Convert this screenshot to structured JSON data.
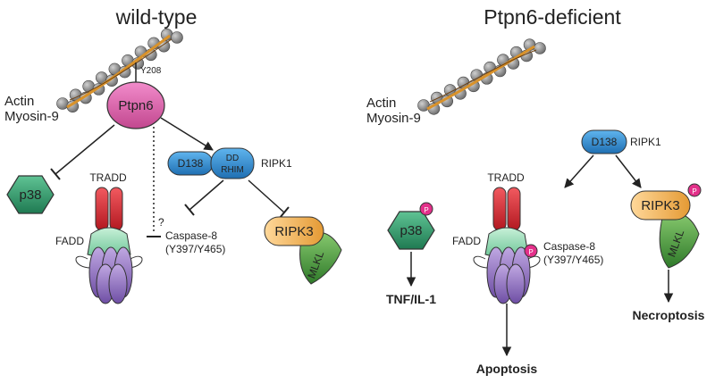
{
  "panels": {
    "left": {
      "title": "wild-type",
      "actin": "Actin",
      "myosin": "Myosin-9",
      "y208": "Y208",
      "ptpn6": "Ptpn6",
      "p38": "p38",
      "tradd": "TRADD",
      "fadd": "FADD",
      "caspase8": "Caspase-8",
      "caspase8_sites": "(Y397/Y465)",
      "question": "?",
      "d138": "D138",
      "dd": "DD",
      "rhim": "RHIM",
      "ripk1": "RIPK1",
      "ripk3": "RIPK3",
      "mlkl": "MLKL"
    },
    "right": {
      "title": "Ptpn6-deficient",
      "actin": "Actin",
      "myosin": "Myosin-9",
      "d138": "D138",
      "ripk1": "RIPK1",
      "p38": "p38",
      "p": "P",
      "tradd": "TRADD",
      "fadd": "FADD",
      "caspase8": "Caspase-8",
      "caspase8_sites": "(Y397/Y465)",
      "ripk3": "RIPK3",
      "mlkl": "MLKL",
      "tnf": "TNF/IL-1",
      "apoptosis": "Apoptosis",
      "necroptosis": "Necroptosis"
    }
  },
  "colors": {
    "actin_bead": "#9a9a9a",
    "actin_strand": "#d9922a",
    "ptpn6": "#d85fa8",
    "p38": "#2f9b6a",
    "tradd": "#e0303a",
    "fadd": "#8fd6b0",
    "caspase": "#9a7cc4",
    "ripk1": "#2d8fd6",
    "ripk3": "#f2b75d",
    "mlkl": "#5aa64a",
    "phospho": "#e3308a"
  }
}
